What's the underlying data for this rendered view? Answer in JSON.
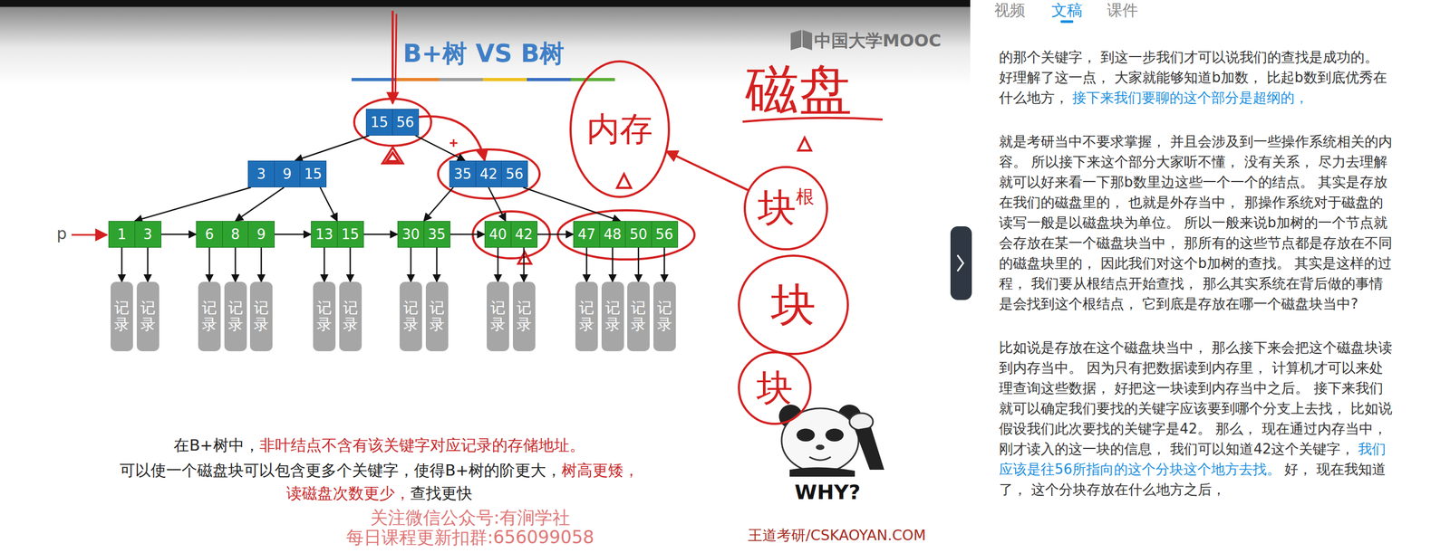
{
  "diagram": {
    "title": "B+树 VS B树",
    "nodes": [
      {
        "text": [
          "15",
          "56"
        ]
      },
      {
        "text": [
          "3",
          "9",
          "15"
        ]
      },
      {
        "text": [
          "35",
          "42",
          "56"
        ]
      },
      {
        "text": [
          "1",
          "3"
        ]
      },
      {
        "text": [
          "6",
          "8",
          "9"
        ]
      },
      {
        "text": [
          "13",
          "15"
        ]
      },
      {
        "text": [
          "30",
          "35"
        ]
      },
      {
        "text": [
          "40",
          "42"
        ]
      },
      {
        "text": [
          "47",
          "48",
          "50",
          "56"
        ]
      },
      {
        "text": [
          "记录"
        ]
      },
      {
        "text": [
          "记录"
        ]
      },
      {
        "text": [
          "记录"
        ]
      },
      {
        "text": [
          "记录"
        ]
      },
      {
        "text": [
          "记录"
        ]
      },
      {
        "text": [
          "记录"
        ]
      },
      {
        "text": [
          "记录"
        ]
      },
      {
        "text": [
          "记录"
        ]
      },
      {
        "text": [
          "记录"
        ]
      },
      {
        "text": [
          "记录"
        ]
      },
      {
        "text": [
          "记录"
        ]
      },
      {
        "text": [
          "记录"
        ]
      },
      {
        "text": [
          "记录"
        ]
      },
      {
        "text": [
          "记录"
        ]
      },
      {
        "text": [
          "记录"
        ]
      },
      {
        "text": [
          "内存"
        ]
      },
      {
        "text": [
          "块",
          "根"
        ]
      },
      {
        "text": [
          "块"
        ]
      },
      {
        "text": [
          "块"
        ]
      }
    ],
    "edges": [
      {
        "from": 0,
        "to": 1,
        "arrow": "to"
      },
      {
        "from": 0,
        "to": 2,
        "arrow": "to"
      },
      {
        "from": 1,
        "to": 3,
        "arrow": "to"
      },
      {
        "from": 1,
        "to": 4,
        "arrow": "to"
      },
      {
        "from": 1,
        "to": 5,
        "arrow": "to"
      },
      {
        "from": 2,
        "to": 6,
        "arrow": "to"
      },
      {
        "from": 2,
        "to": 7,
        "arrow": "to"
      },
      {
        "from": 2,
        "to": 8,
        "arrow": "to"
      },
      {
        "from": 3,
        "to": 4,
        "arrow": "to"
      },
      {
        "from": 4,
        "to": 5,
        "arrow": "to"
      },
      {
        "from": 5,
        "to": 6,
        "arrow": "to"
      },
      {
        "from": 6,
        "to": 7,
        "arrow": "to"
      },
      {
        "from": 7,
        "to": 8,
        "arrow": "to"
      },
      {
        "from": 3,
        "to": 9,
        "arrow": "to"
      },
      {
        "from": 3,
        "to": 10,
        "arrow": "to"
      },
      {
        "from": 4,
        "to": 11,
        "arrow": "to"
      },
      {
        "from": 4,
        "to": 12,
        "arrow": "to"
      },
      {
        "from": 4,
        "to": 13,
        "arrow": "to"
      },
      {
        "from": 5,
        "to": 14,
        "arrow": "to"
      },
      {
        "from": 5,
        "to": 15,
        "arrow": "to"
      },
      {
        "from": 6,
        "to": 16,
        "arrow": "to"
      },
      {
        "from": 6,
        "to": 17,
        "arrow": "to"
      },
      {
        "from": 7,
        "to": 18,
        "arrow": "to"
      },
      {
        "from": 7,
        "to": 19,
        "arrow": "to"
      },
      {
        "from": 8,
        "to": 20,
        "arrow": "to"
      },
      {
        "from": 8,
        "to": 21,
        "arrow": "to"
      },
      {
        "from": 8,
        "to": 22,
        "arrow": "to"
      },
      {
        "from": 8,
        "to": 23,
        "arrow": "to"
      },
      {
        "from": 0,
        "to": 2,
        "arrow": "to"
      },
      {
        "from": 25,
        "to": 24,
        "arrow": "to"
      }
    ],
    "labels": [
      "中国大学MOOC",
      "p",
      "磁盘",
      "WHY?",
      "在B+树中，",
      "非叶结点不含有该关键字对应记录的存储地址。",
      "可以使一个磁盘块可以包含更多个关键字，使得B+树的阶更大，",
      "树高更矮，",
      "读磁盘次数更少，",
      "查找更快",
      "关注微信公众号:有涧学社",
      "每日课程更新扣群:656099058",
      "王道考研/CSKAOYAN.COM",
      "视频",
      "文稿",
      "课件",
      "的那个关键字， 到这一步我们才可以说我们的查找是成功的。 好理解了这一点， 大家就能够知道b加数， 比起b数到底优秀在什么地方，",
      "接下来我们要聊的这个部分是超纲的，",
      "就是考研当中不要求掌握， 并且会涉及到一些操作系统相关的内容。 所以接下来这个部分大家听不懂， 没有关系， 尽力去理解就可以好来看一下那b数里边这些一个一个的结点。 其实是存放在我们的磁盘里的， 也就是外存当中， 那操作系统对于磁盘的读写一般是以磁盘块为单位。 所以一般来说b加树的一个节点就会存放在某一个磁盘块当中， 那所有的这些节点都是存放在不同的磁盘块里的， 因此我们对这个b加树的查找。 其实是这样的过程， 我们要从根结点开始查找， 那么其实系统在背后做的事情是会找到这个根结点， 它到底是存放在哪一个磁盘块当中?",
      "比如说是存放在这个磁盘块当中， 那么接下来会把这个磁盘块读到内存当中。 因为只有把数据读到内存里， 计算机才可以来处理查询这些数据， 好把这一块读到内存当中之后。 接下来我们就可以确定我们要找的关键字应该要到哪个分支上去找， 比如说假设我们此次要找的关键字是42。 那么， 现在通过内存当中， 刚才读入的这一块的信息， 我们可以知道42这个关键字，",
      "我们应该是往56所指向的这个分块这个地方去找。",
      "好， 现在我知道了， 这个分块存放在什么地方之后，"
    ]
  }
}
